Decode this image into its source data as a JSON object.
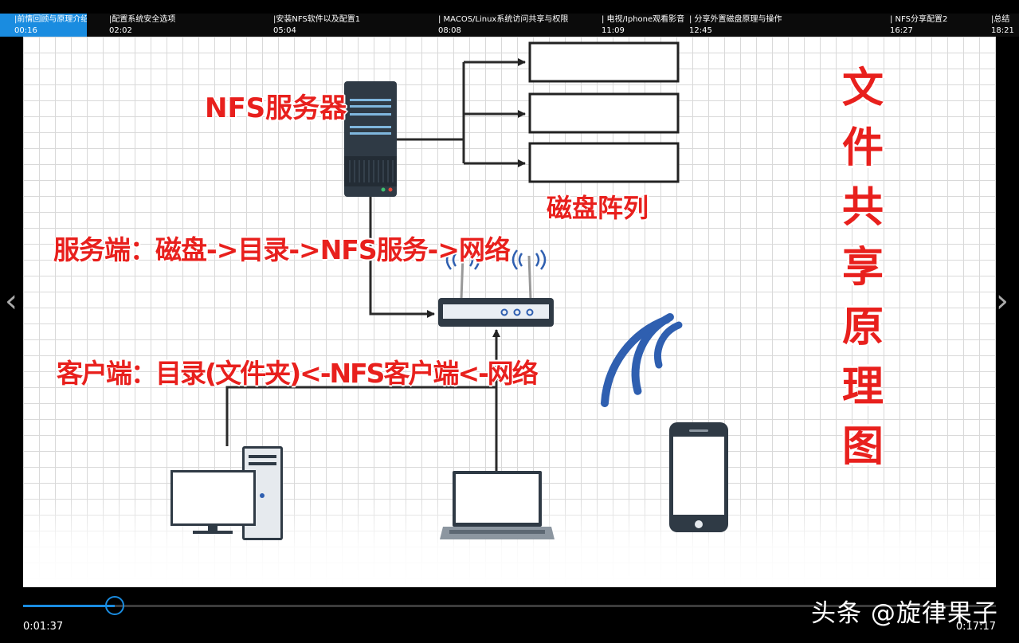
{
  "chapters": [
    {
      "title": "|前情回顾与原理介绍",
      "time": "00:16",
      "active": true
    },
    {
      "title": "|配置系统安全选项",
      "time": "02:02"
    },
    {
      "title": "|安装NFS软件以及配置1",
      "time": "05:04"
    },
    {
      "title": "| MACOS/Linux系统访问共享与权限",
      "time": "08:08"
    },
    {
      "title": "| 电视/Iphone观看影音",
      "time": "11:09"
    },
    {
      "title": "| 分享外置磁盘原理与操作",
      "time": "12:45"
    },
    {
      "title": "| NFS分享配置2",
      "time": "16:27"
    },
    {
      "title": "|总结",
      "time": "18:21"
    }
  ],
  "slide": {
    "server_label": "NFS服务器",
    "disk_array_label": "磁盘阵列",
    "server_side_text": "服务端：磁盘->目录->NFS服务->网络",
    "client_side_text": "客户端：目录(文件夹)<-NFS客户端<-网络",
    "vertical_title": [
      "文",
      "件",
      "共",
      "享",
      "原",
      "理",
      "图"
    ]
  },
  "player": {
    "current_time": "0:01:37",
    "total_time": "0:17:17",
    "progress": 0.094,
    "prev_icon": "chevron-left-icon",
    "next_icon": "chevron-right-icon"
  },
  "watermark": "头条 @旋律果子",
  "colors": {
    "accent": "#1a8ce0",
    "slide_text": "#e8201d",
    "icon_dark": "#2f3a45",
    "wifi": "#2f5fb0"
  }
}
